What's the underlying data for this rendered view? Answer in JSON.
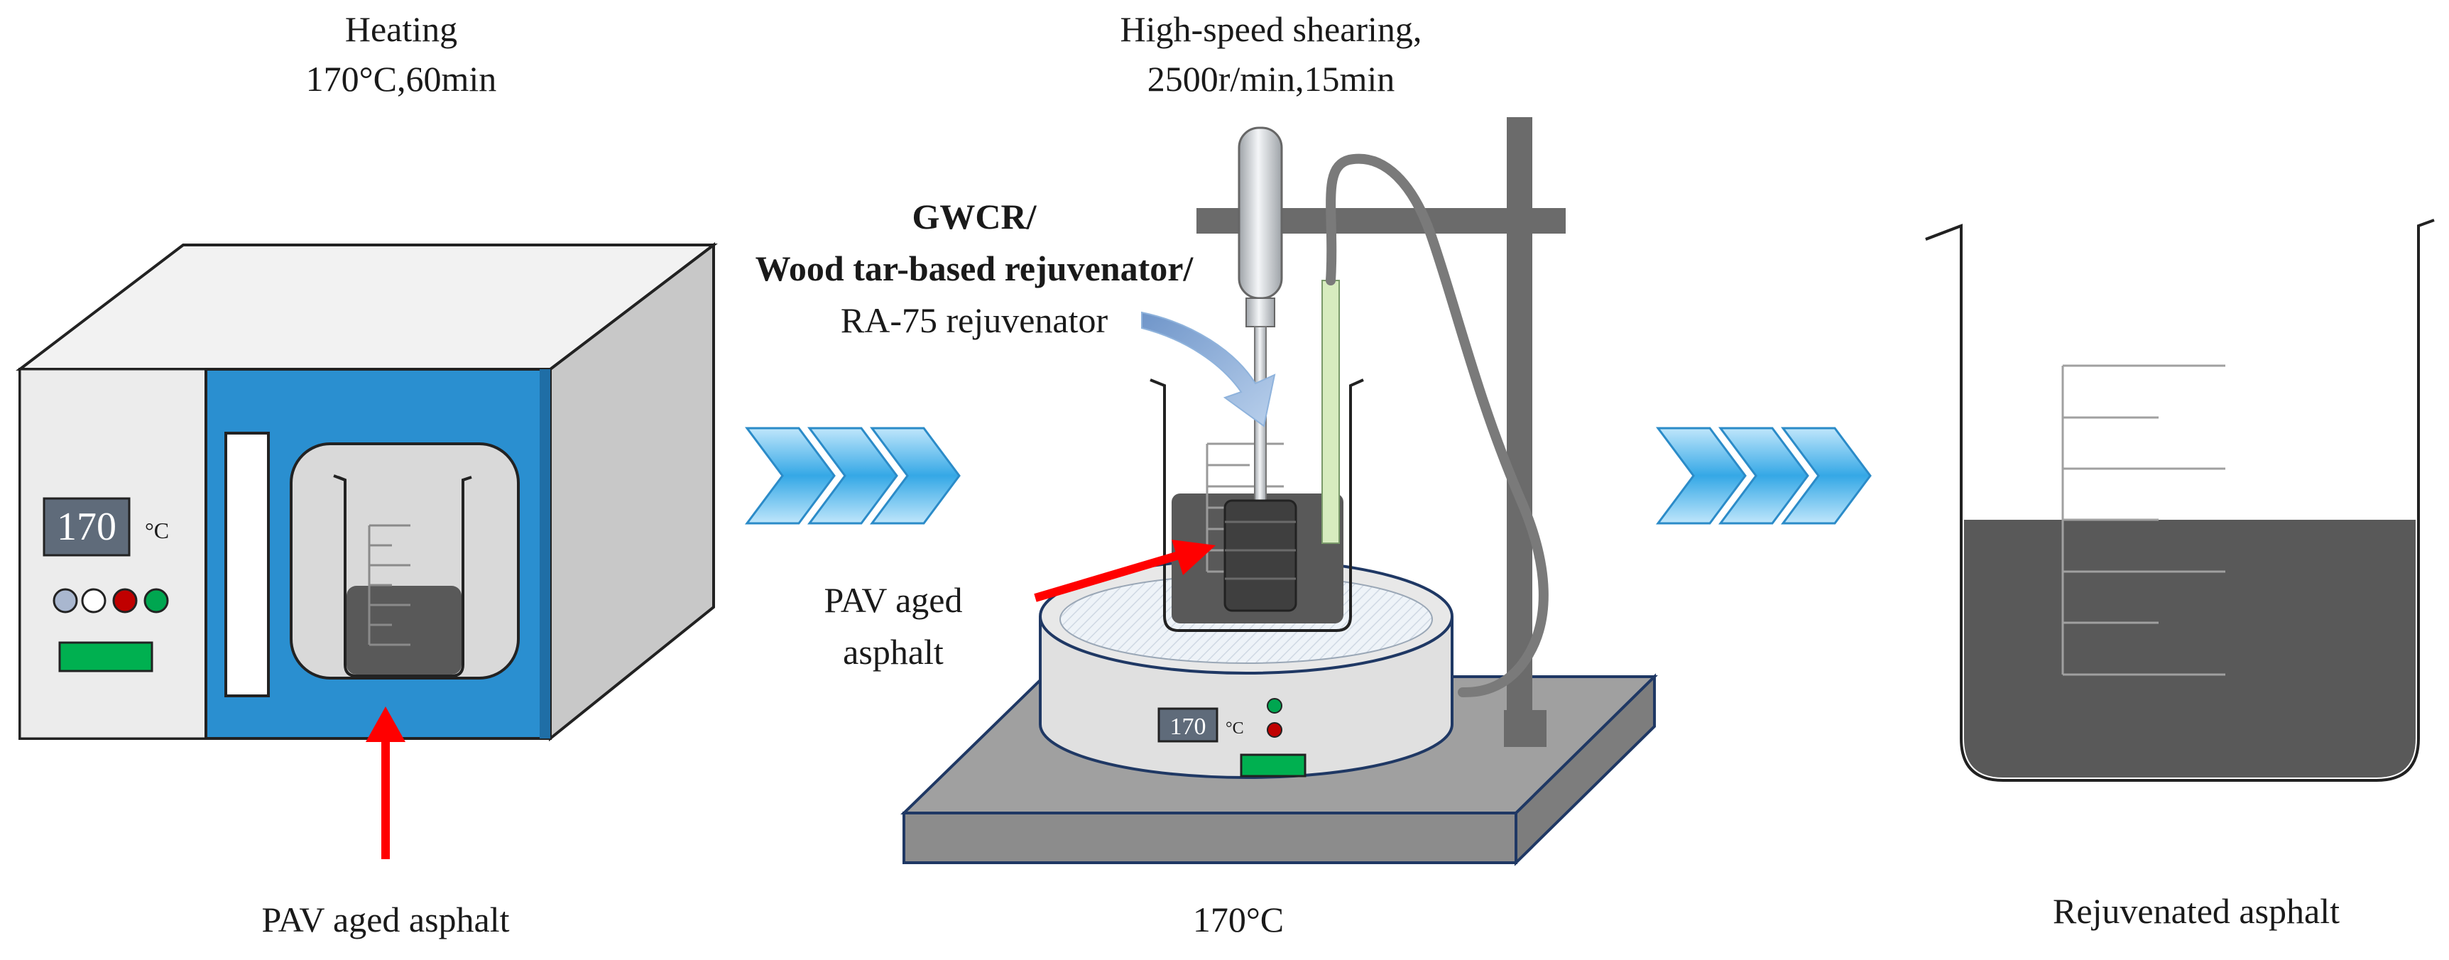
{
  "step1": {
    "title_line1": "Heating",
    "title_line2": "170°C,60min",
    "display_value": "170",
    "unit": "°C",
    "caption": "PAV aged asphalt"
  },
  "step2": {
    "title_line1": "High-speed shearing,",
    "title_line2": "2500r/min,15min",
    "additive_line1": "GWCR/",
    "additive_line2": "Wood tar-based rejuvenator/",
    "additive_line3": "RA-75 rejuvenator",
    "asphalt_line1": "PAV aged",
    "asphalt_line2": "asphalt",
    "display_value": "170",
    "unit": "°C",
    "caption": "170°C"
  },
  "step3": {
    "caption": "Rejuvenated asphalt"
  },
  "colors": {
    "oven_door": "#2a8fd0",
    "oven_body": "#e6e6e6",
    "asphalt": "#595959",
    "arrow_red": "#ff0000",
    "chevron": "#35a8e6",
    "callout_arrow": "#8fb3dc",
    "plate": "#9a9a9a",
    "stand": "#6b6b6b",
    "thermometer": "#d7ecbf",
    "led_green": "#00a650",
    "led_red": "#c00000",
    "display_bg": "#5f6b7a",
    "display_slot": "#00b050"
  }
}
